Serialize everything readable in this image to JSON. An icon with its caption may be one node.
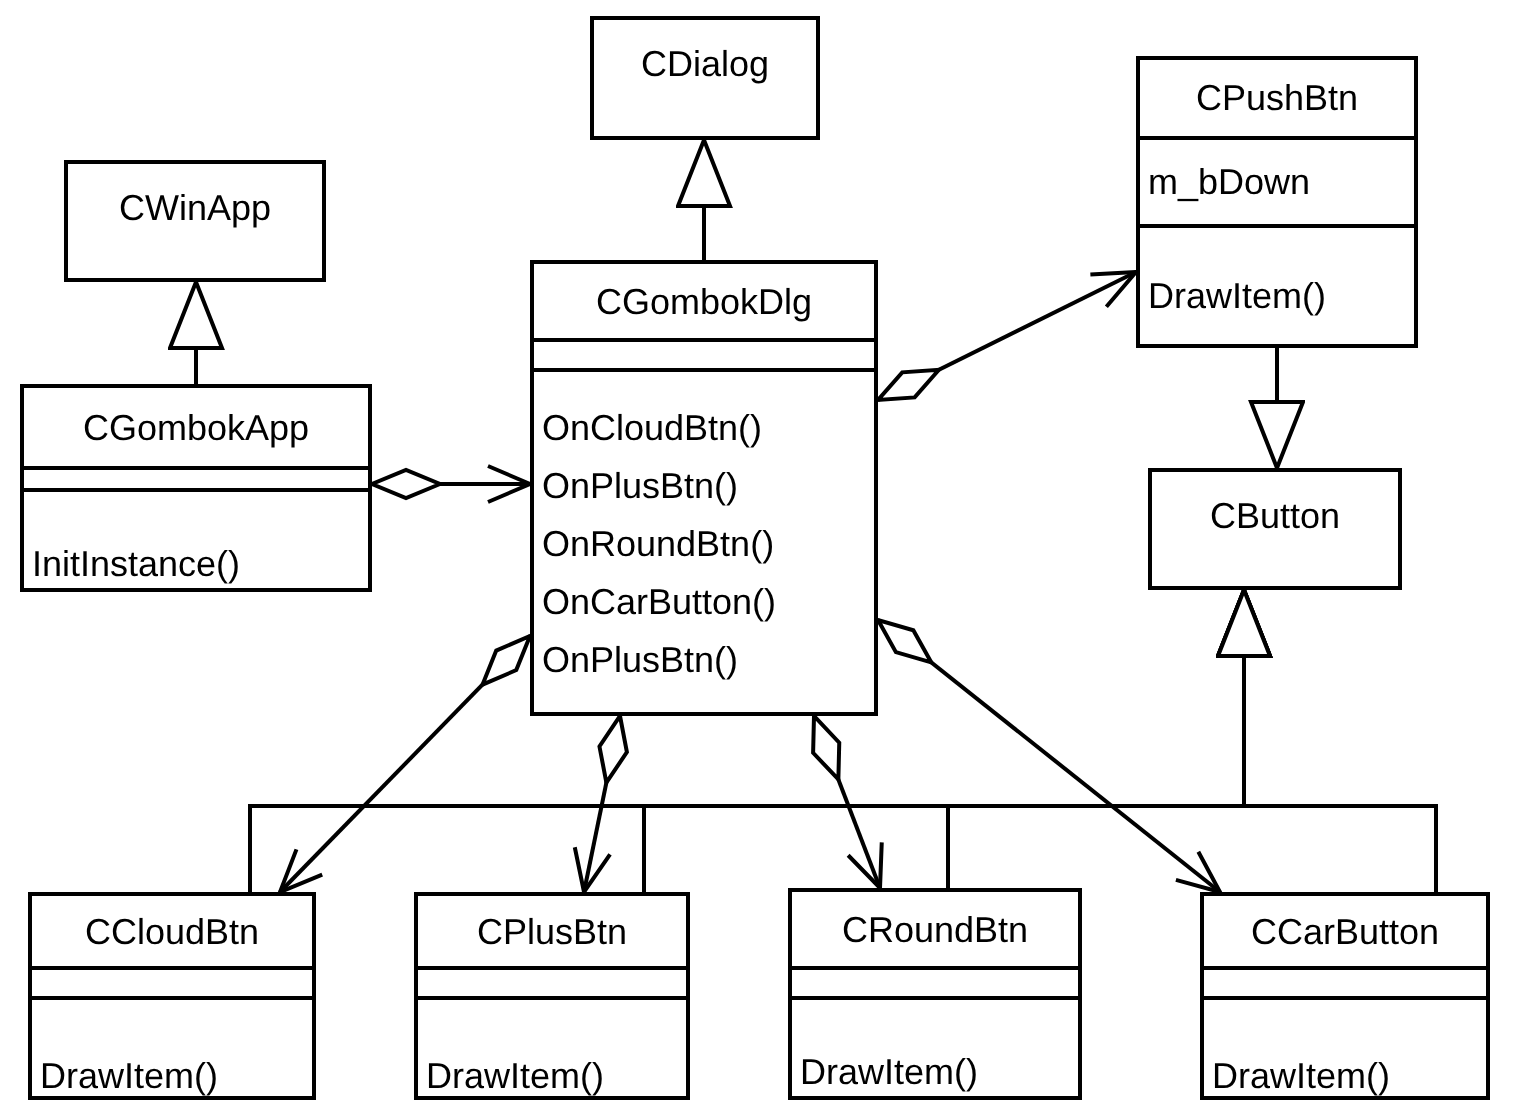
{
  "diagram": {
    "nodes": [
      {
        "text": [
          "CDialog"
        ]
      },
      {
        "text": [
          "CPushBtn",
          "m_bDown",
          "DrawItem()"
        ]
      },
      {
        "text": [
          "CWinApp"
        ]
      },
      {
        "text": [
          "CGombokDlg",
          "OnCloudBtn()",
          "OnPlusBtn()",
          "OnRoundBtn()",
          "OnCarButton()",
          "OnPlusBtn()"
        ]
      },
      {
        "text": [
          "CGombokApp",
          "InitInstance()"
        ]
      },
      {
        "text": [
          "CButton"
        ]
      },
      {
        "text": [
          "CCloudBtn",
          "DrawItem()"
        ]
      },
      {
        "text": [
          "CPlusBtn",
          "DrawItem()"
        ]
      },
      {
        "text": [
          "CRoundBtn",
          "DrawItem()"
        ]
      },
      {
        "text": [
          "CCarButton",
          "DrawItem()"
        ]
      }
    ],
    "edges": [
      {
        "from": 3,
        "to": 0,
        "arrow": "to"
      },
      {
        "from": 4,
        "to": 2,
        "arrow": "to"
      },
      {
        "from": 1,
        "to": 5,
        "arrow": "to"
      },
      {
        "from": 6,
        "to": 5,
        "arrow": "to"
      },
      {
        "from": 7,
        "to": 5,
        "arrow": "to"
      },
      {
        "from": 8,
        "to": 5,
        "arrow": "to"
      },
      {
        "from": 9,
        "to": 5,
        "arrow": "to"
      },
      {
        "from": 4,
        "to": 3,
        "arrow": "to"
      },
      {
        "from": 3,
        "to": 1,
        "arrow": "to"
      },
      {
        "from": 3,
        "to": 6,
        "arrow": "to"
      },
      {
        "from": 3,
        "to": 7,
        "arrow": "to"
      },
      {
        "from": 3,
        "to": 8,
        "arrow": "to"
      },
      {
        "from": 3,
        "to": 9,
        "arrow": "to"
      }
    ]
  }
}
